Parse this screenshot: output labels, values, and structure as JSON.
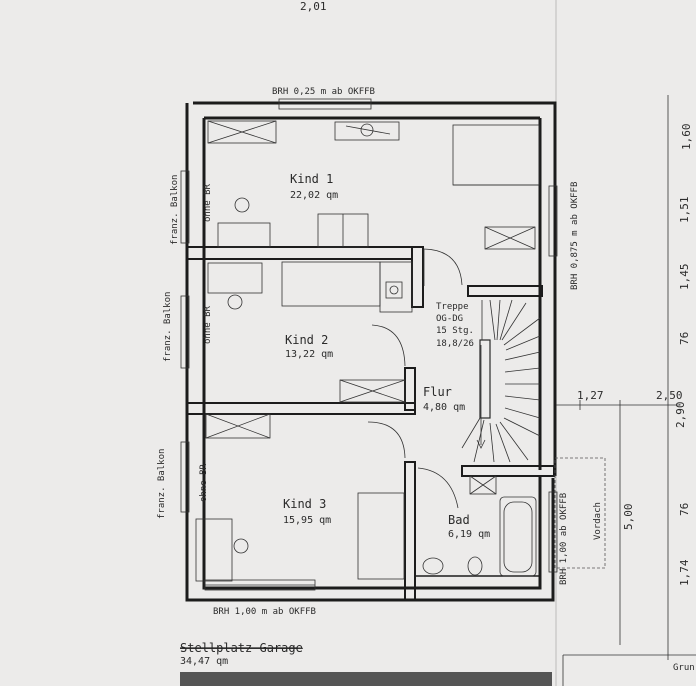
{
  "header": {
    "top_dimension": "2,01"
  },
  "rooms": {
    "kind1": {
      "name": "Kind 1",
      "area": "22,02 qm"
    },
    "kind2": {
      "name": "Kind 2",
      "area": "13,22 qm"
    },
    "kind3": {
      "name": "Kind 3",
      "area": "15,95 qm"
    },
    "flur": {
      "name": "Flur",
      "area": "4,80 qm"
    },
    "bad": {
      "name": "Bad",
      "area": "6,19 qm"
    }
  },
  "stair": {
    "line1": "Treppe",
    "line2": "OG-DG",
    "line3": "15 Stg.",
    "line4": "18,8/26"
  },
  "window_notes": {
    "top": "BRH 0,25 m ab OKFFB",
    "bottom": "BRH 1,00 m ab OKFFB",
    "right_upper": "BRH 0,875 m ab OKFFB",
    "right_lower": "BRH 1,00 ab OKFFB",
    "left_balcony": "franz. Balkon",
    "left_without_br": "ohne BR"
  },
  "vordach": "Vordach",
  "right_dimensions": [
    "1,60",
    "1,51",
    "1,45",
    "76",
    "2,90",
    "5,00",
    "76",
    "1,74"
  ],
  "horizontal_dimensions": [
    "1,27",
    "2,50"
  ],
  "bottom": {
    "struck_label": "Stellplatz Garage",
    "area": "34,47 qm",
    "corner_label": "Grun"
  }
}
